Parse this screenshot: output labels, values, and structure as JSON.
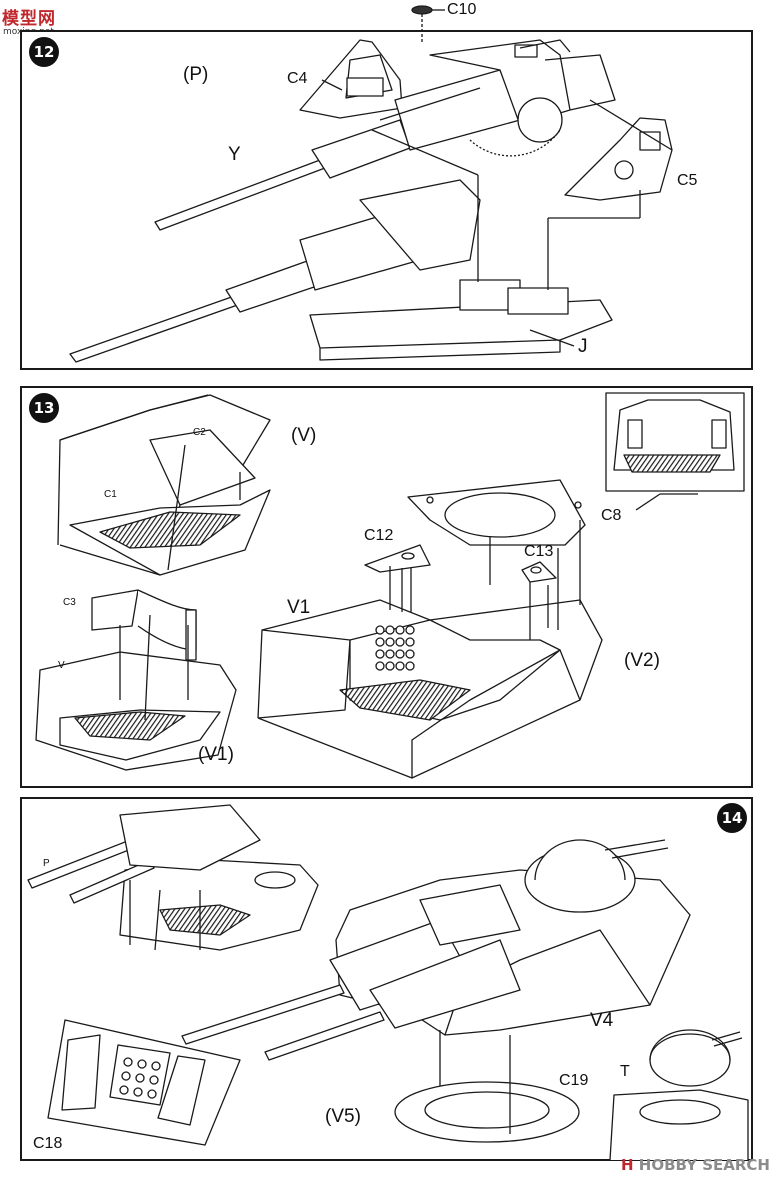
{
  "watermark_left": {
    "title": "模型网",
    "url": "moxing.net"
  },
  "watermark_right": {
    "brand": "HOBBY SEARCH",
    "logo_glyph": "H"
  },
  "step12": {
    "number": "12",
    "labels": {
      "p": "(P)",
      "c4": "C4",
      "c10": "C10",
      "c5": "C5",
      "y": "Y",
      "j": "J"
    }
  },
  "step13": {
    "number": "13",
    "labels": {
      "v": "(V)",
      "c2": "C2",
      "c1": "C1",
      "c3": "C3",
      "v_small": "V",
      "v1_paren": "(V1)",
      "c12": "C12",
      "c13": "C13",
      "c8": "C8",
      "v1": "V1",
      "v2_paren": "(V2)"
    }
  },
  "step14": {
    "number": "14",
    "labels": {
      "p": "P",
      "v4": "V4",
      "v5": "(V5)",
      "c18": "C18",
      "c19": "C19",
      "t": "T"
    }
  },
  "colors": {
    "ink": "#1a1a1a",
    "accent": "#c0282d",
    "hatch": "#2a2a2a"
  }
}
